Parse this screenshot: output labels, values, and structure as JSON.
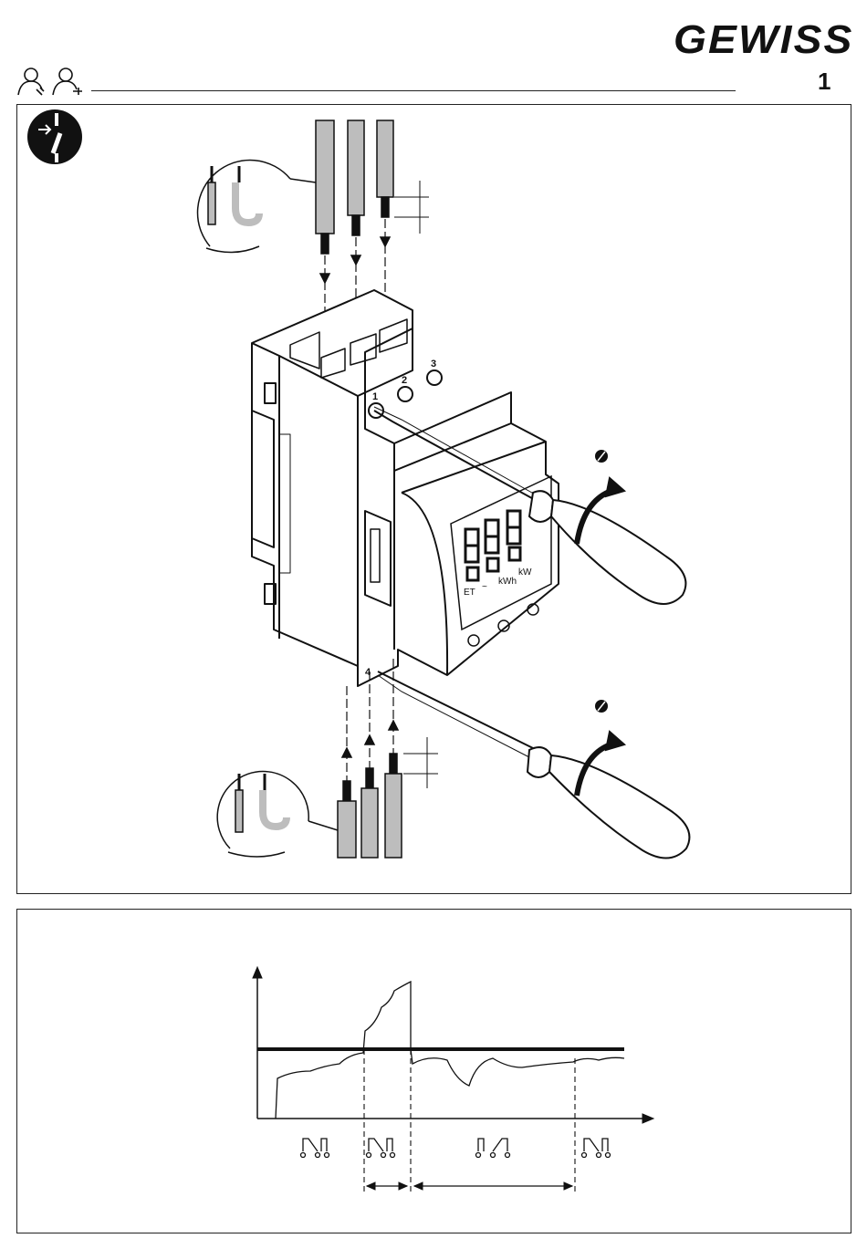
{
  "brand": {
    "logo_text": "GEWISS"
  },
  "header": {
    "page_number": "1"
  },
  "device": {
    "terminal_labels": [
      "1",
      "2",
      "3",
      "4"
    ],
    "display_units": [
      "ET",
      "~",
      "kWh",
      "kW"
    ]
  },
  "icons": [
    "installer-icon",
    "electrician-icon",
    "power-off-icon",
    "screwdriver-icon",
    "relay-contact-icon"
  ],
  "colors": {
    "ink": "#111111",
    "wire_grey": "#bdbdbd",
    "background": "#ffffff"
  }
}
